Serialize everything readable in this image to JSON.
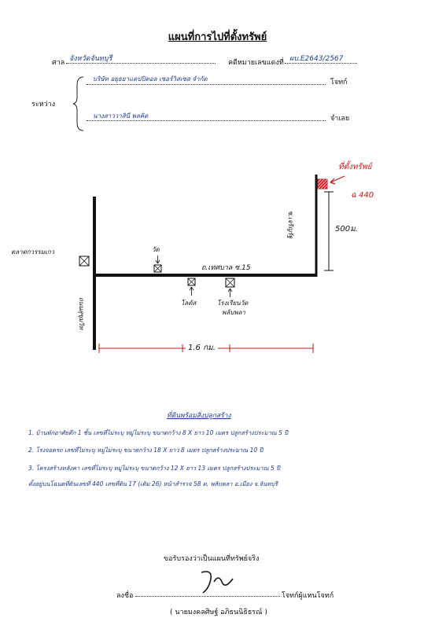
{
  "header": {
    "title": "แผนที่การไปที่ตั้งทรัพย์",
    "court_label": "ศาล",
    "court_value": "จังหวัดจันทบุรี",
    "case_label": "คดีหมายเลขแดงที่",
    "case_value": "ผบ.E2643/2567"
  },
  "parties": {
    "between_label": "ระหว่าง",
    "plaintiff_value": "บริษัท อยุธยาแคปปิตอล เซอร์วิสเซส จำกัด",
    "plaintiff_role": "โจทก์",
    "defendant_value": "นางสาววาสินี พลคิด",
    "defendant_role": "จำเลย"
  },
  "map": {
    "target_label": "ที่ตั้งทรัพย์",
    "target_number": "ฉ 440",
    "distance_vertical": "500ม.",
    "side_road_label": "ซ.เจริญรัฐ",
    "main_road_label": "ถ.เทศบาล ซ.15",
    "left_road_label": "ถนนสุขุมวิท",
    "market_label": "ตลาดกวรรมเกว",
    "temple_label": "วัด",
    "clinic_label": "โลตัส",
    "school_label": "โรงเรียนวัด",
    "school_label2": "พลับพลา",
    "distance_horizontal": "1.6 กม."
  },
  "legend": {
    "title": "ที่ดินพร้อมสิ่งปลูกสร้าง",
    "lines": [
      "1. บ้านพักอาศัยตึก 1 ชั้น เลขที่ไม่ระบุ หมู่ไม่ระบุ ขนาดกว้าง 8 X ยาว 10 เมตร ปลูกสร้างประมาณ 5 ปี",
      "2. โรงจอดรถ เลขที่ไม่ระบุ หมู่ไม่ระบุ ขนาดกว้าง 18 X ยาว 8 เมตร ปลูกสร้างประมาณ 10 ปี",
      "3. โครงสร้างหลังคา เลขที่ไม่ระบุ หมู่ไม่ระบุ ขนาดกว้าง 12 X ยาว 13 เมตร ปลูกสร้างประมาณ 5 ปี",
      "ตั้งอยู่บนโฉนดที่ดินเลขที่ 440 เลขที่ดิน 17 (เดิม 26) หน้าสำรวจ 58 ต. พลับพลา อ.เมือง จ.จันทบุรี"
    ]
  },
  "footer": {
    "certify": "ขอรับรองว่าเป็นแผนที่ทรัพย์จริง",
    "sign_label": "ลงชื่อ",
    "signer_role": "โจทก์ผู้แทนโจทก์",
    "signer_name": "( นายมงคลศิษฐ์ อภิธนนิธิธรณ์ )"
  },
  "colors": {
    "ink_blue": "#1f3a8a",
    "ink_red": "#b71c1c",
    "ink_black": "#111111"
  }
}
